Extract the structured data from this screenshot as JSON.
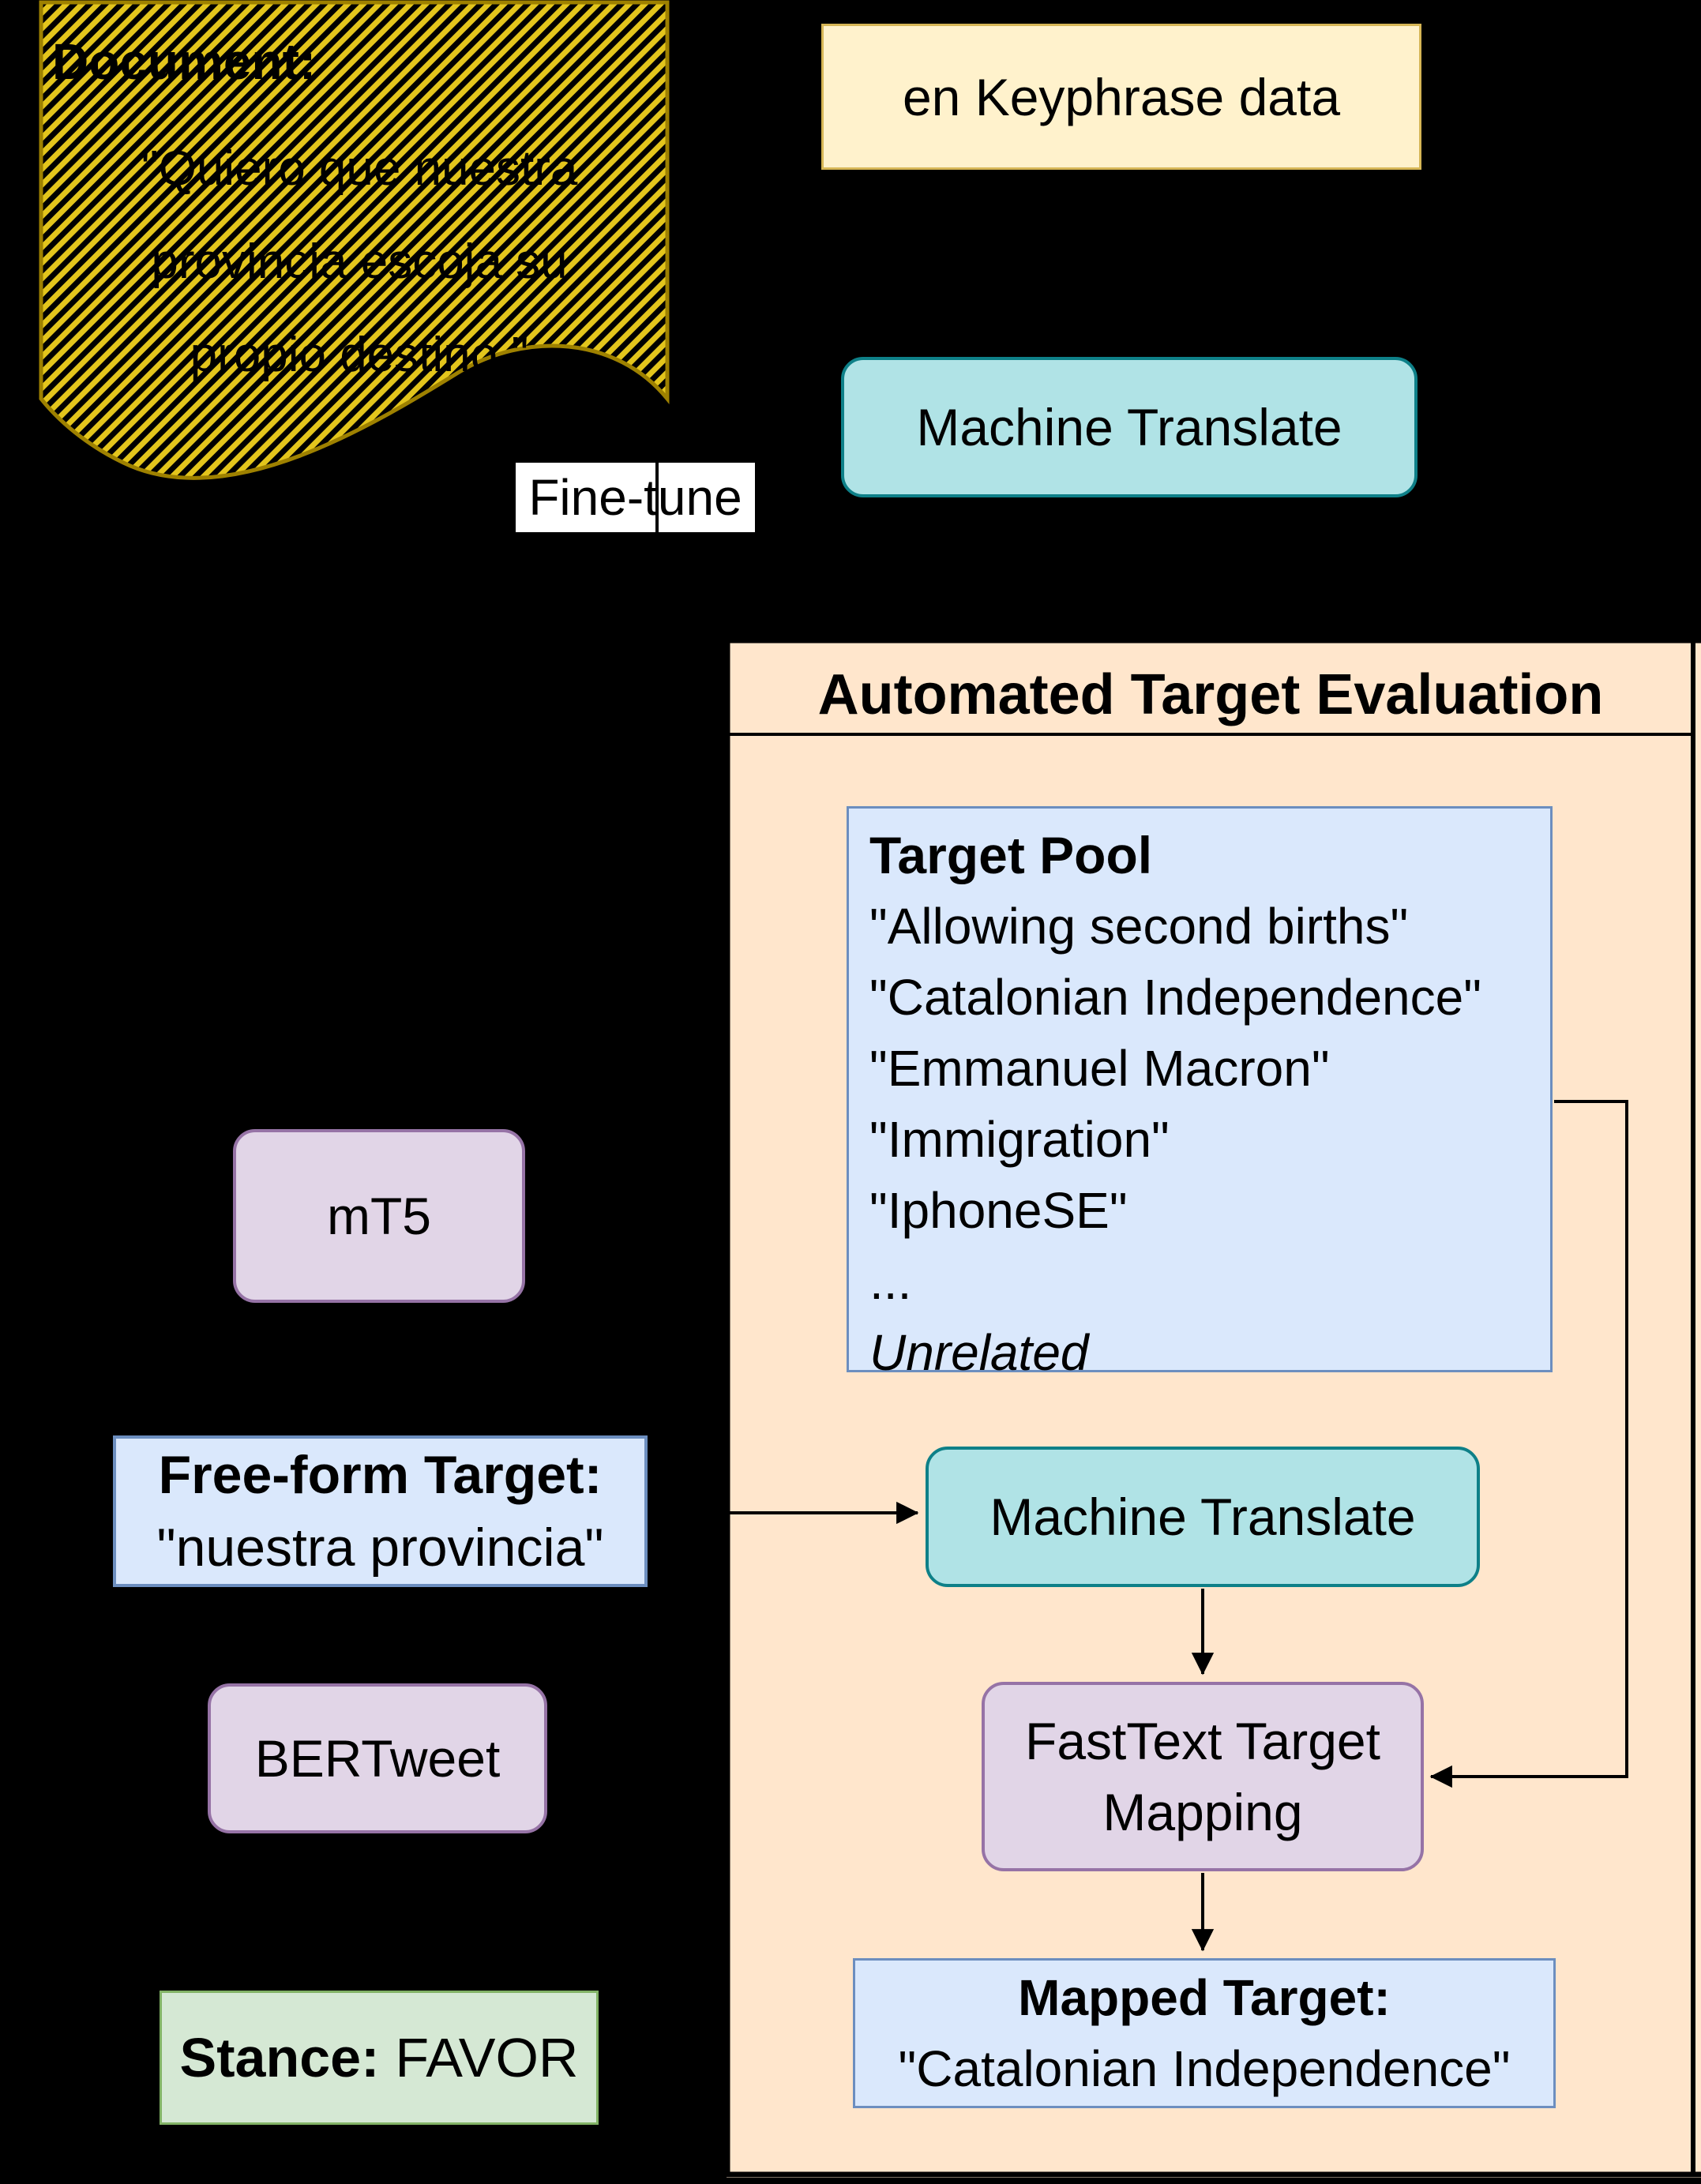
{
  "figure": {
    "document": {
      "title": "Document:",
      "line1": "\"Quiero que nuestra",
      "line2": "provincia escoja su",
      "line3": "propio destino.\""
    },
    "keyphrase_box": {
      "label": "en Keyphrase data"
    },
    "machine_translate_top": {
      "label": "Machine Translate"
    },
    "fine_tune": {
      "label": "Fine-tune"
    },
    "panel": {
      "title": "Automated Target Evaluation"
    },
    "target_pool": {
      "title": "Target Pool",
      "items": [
        "\"Allowing second births\"",
        "\"Catalonian Independence\"",
        "\"Emmanuel Macron\"",
        "\"Immigration\"",
        "\"IphoneSE\"",
        "...",
        "Unrelated"
      ]
    },
    "mt5_box": {
      "label": "mT5"
    },
    "free_form_target": {
      "title": "Free-form Target:",
      "value": "\"nuestra provincia\""
    },
    "machine_translate_inner": {
      "label": "Machine Translate"
    },
    "bertweet_box": {
      "label": "BERTweet"
    },
    "fasttext_box": {
      "label": "FastText Target Mapping"
    },
    "stance_box": {
      "label": "Stance:",
      "value": "FAVOR"
    },
    "mapped_target": {
      "title": "Mapped Target:",
      "value": "\"Catalonian Independence\""
    },
    "colors": {
      "background": "#000000",
      "document_hatch": "#e3c51c",
      "document_border": "#9e8100",
      "keyphrase_fill": "#fff2cc",
      "keyphrase_border": "#d6b656",
      "teal_fill": "#b0e3e6",
      "teal_border": "#0e8088",
      "panel_fill": "#ffe6cc",
      "blue_fill": "#dae8fc",
      "blue_border": "#6c8ebf",
      "purple_fill": "#e1d5e7",
      "purple_border": "#9673a6",
      "green_fill": "#d5e8d4",
      "green_border": "#82b366",
      "arrow": "#000000"
    }
  }
}
